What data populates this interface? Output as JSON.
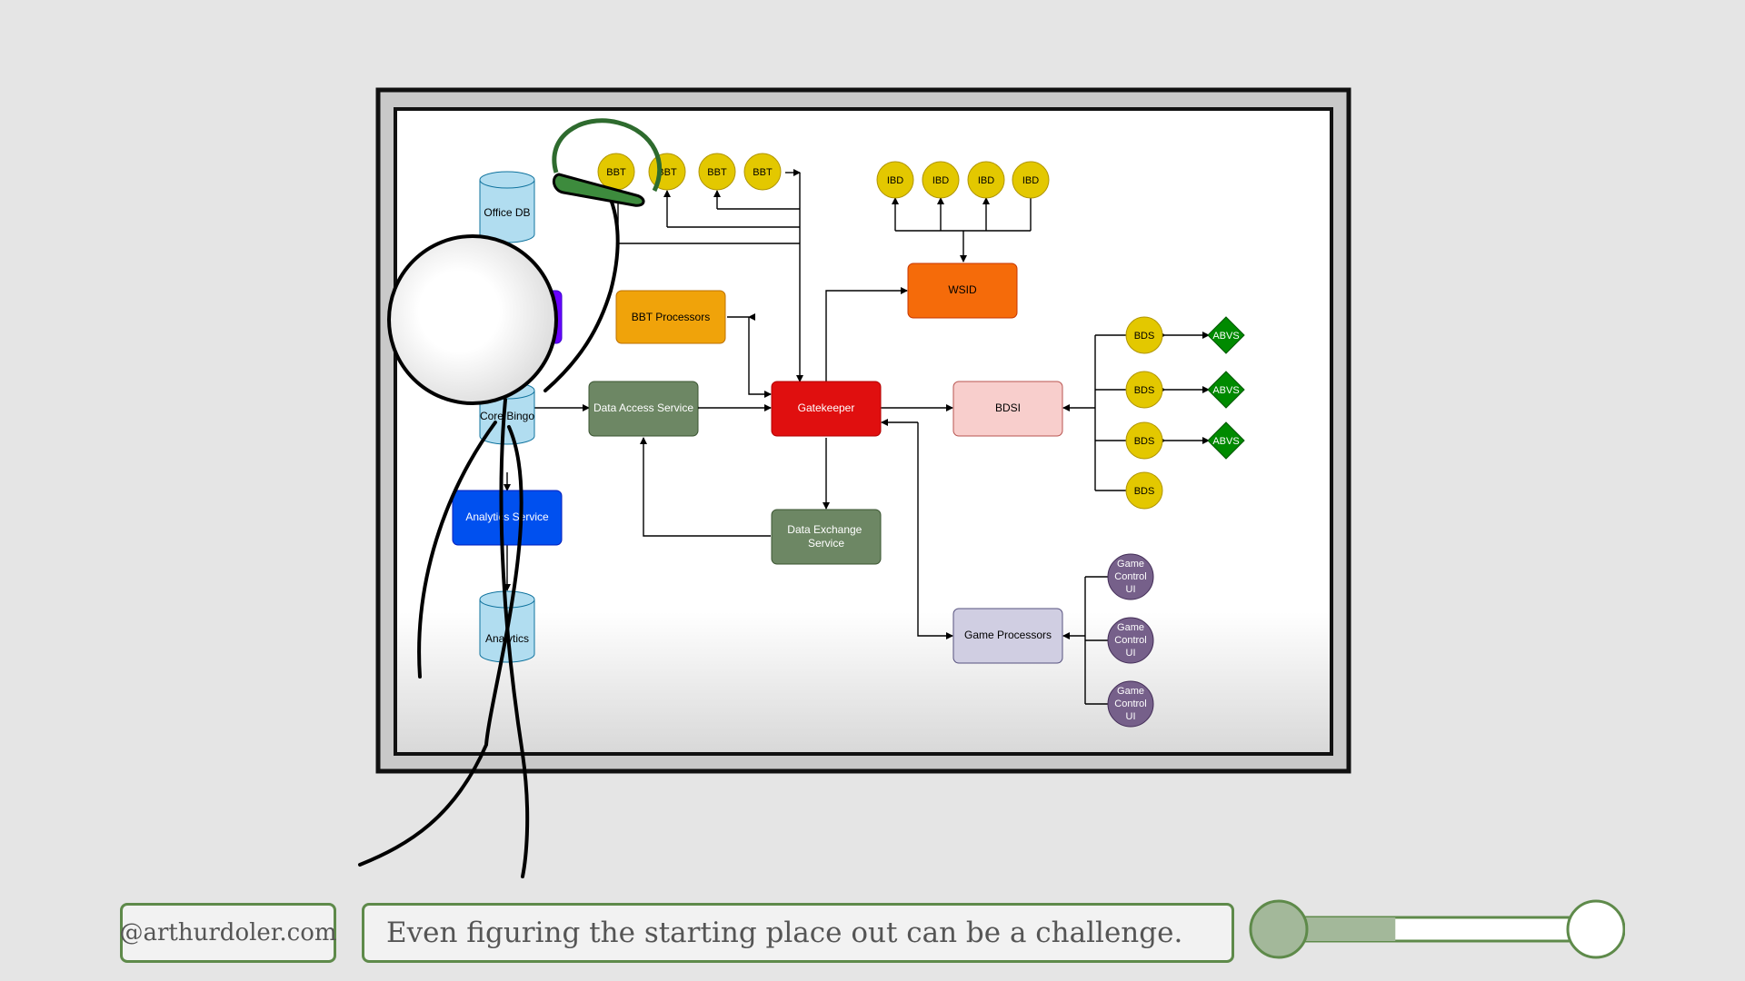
{
  "diagram": {
    "nodes": {
      "office_db": "Office DB",
      "core_bingo": "Core Bingo",
      "analytics_service": "Analytics Service",
      "analytics_db": "Analytics",
      "data_access_service": "Data Access Service",
      "bbt_processors": "BBT Processors",
      "gatekeeper": "Gatekeeper",
      "data_exchange_service": "Data Exchange Service",
      "wsid": "WSID",
      "bdsi": "BDSI",
      "game_processors": "Game Processors",
      "bbt": [
        "BBT",
        "BBT",
        "BBT",
        "BBT"
      ],
      "ibd": [
        "IBD",
        "IBD",
        "IBD",
        "IBD"
      ],
      "bds": [
        "BDS",
        "BDS",
        "BDS",
        "BDS"
      ],
      "abvs": [
        "ABVS",
        "ABVS",
        "ABVS"
      ],
      "game_control_ui": [
        "Game Control UI",
        "Game Control UI",
        "Game Control UI"
      ]
    },
    "colors": {
      "gatekeeper": "#e00f0f",
      "wsid": "#f56b0a",
      "bbt_processors": "#f0a30a",
      "data_access": "#6d8764",
      "analytics_service": "#0050ef",
      "bdsi": "#f8cecc",
      "game_processors": "#d0cee2",
      "yellow_circle": "#e3c800",
      "abvs_diamond": "#008a00",
      "game_ui_circle": "#76608a",
      "db_cylinder": "#b1ddf0",
      "purple_node": "#6a00ff"
    }
  },
  "footer": {
    "handle": "@arthurdoler.com",
    "caption": "Even figuring the starting place out can be a challenge.",
    "progress": 0.38,
    "accent": "#5e8a4a",
    "fill": "#a3b89a"
  }
}
